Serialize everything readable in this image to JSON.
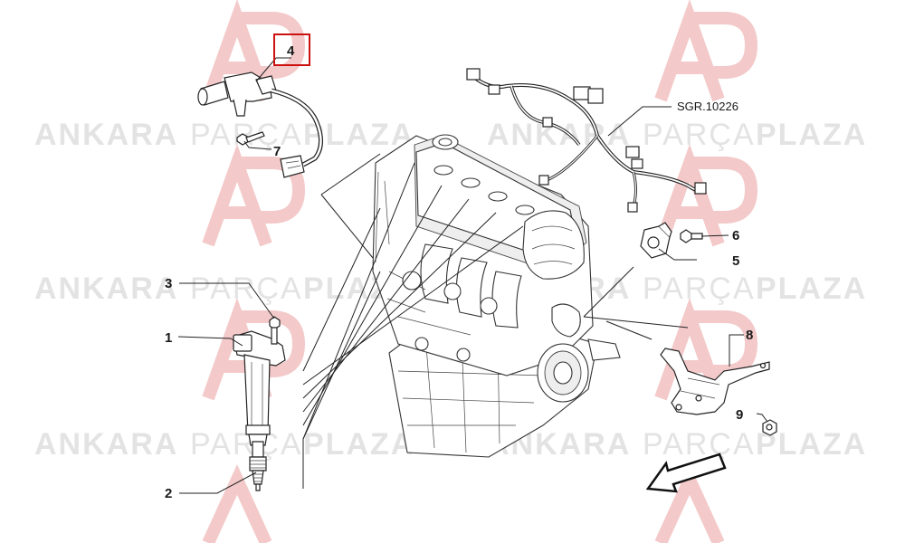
{
  "watermark": {
    "brand_left": "ANKARA",
    "brand_middle": "PARÇA",
    "brand_right": "PLAZA",
    "logo_color": "#f3c9c9",
    "text_color": "#e3e3e3"
  },
  "callouts": {
    "c1": "1",
    "c2": "2",
    "c3": "3",
    "c4": "4",
    "c5": "5",
    "c6": "6",
    "c7": "7",
    "c8": "8",
    "c9": "9"
  },
  "reference": {
    "harness_code": "SGR.10226"
  },
  "highlight": {
    "selected_callout": "4",
    "color": "#cc1111"
  },
  "icons": {
    "direction_arrow": "front-direction-arrow-icon"
  }
}
